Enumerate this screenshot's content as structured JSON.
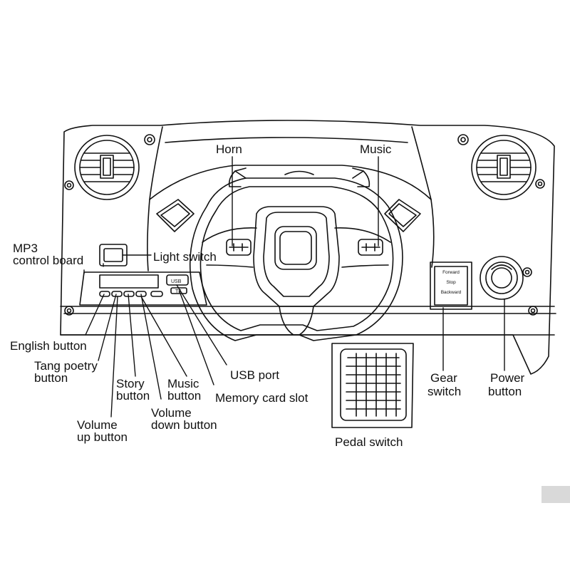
{
  "labels": {
    "horn": "Horn",
    "music_top": "Music",
    "mp3_line1": "MP3",
    "mp3_line2": "control board",
    "light_switch": "Light switch",
    "english_button": "English button",
    "tang_line1": "Tang poetry",
    "tang_line2": "button",
    "story_line1": "Story",
    "story_line2": "button",
    "music_btn_line1": "Music",
    "music_btn_line2": "button",
    "usb_port": "USB port",
    "memory_card_slot": "Memory card slot",
    "volume_down_line1": "Volume",
    "volume_down_line2": "down button",
    "volume_up_line1": "Volume",
    "volume_up_line2": "up button",
    "gear_line1": "Gear",
    "gear_line2": "switch",
    "power_line1": "Power",
    "power_line2": "button",
    "pedal_switch": "Pedal switch"
  },
  "gear_panel": {
    "forward": "Forward",
    "stop": "Stop",
    "backward": "Backward"
  },
  "mp3_panel": {
    "usb": "USB",
    "tf": "TF"
  }
}
